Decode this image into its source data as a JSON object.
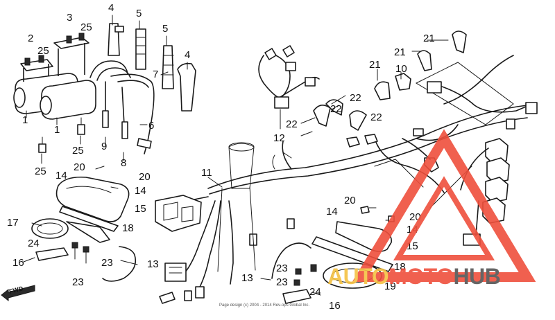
{
  "diagram": {
    "fwd_label": "FWD",
    "copyright": "Page design (c) 2004 - 2014 Rev-ops Global Inc.",
    "callouts": [
      {
        "id": "c1a",
        "label": "1"
      },
      {
        "id": "c1b",
        "label": "1"
      },
      {
        "id": "c2",
        "label": "2"
      },
      {
        "id": "c3",
        "label": "3"
      },
      {
        "id": "c4a",
        "label": "4"
      },
      {
        "id": "c4b",
        "label": "4"
      },
      {
        "id": "c5a",
        "label": "5"
      },
      {
        "id": "c5b",
        "label": "5"
      },
      {
        "id": "c6",
        "label": "6"
      },
      {
        "id": "c7",
        "label": "7"
      },
      {
        "id": "c8",
        "label": "8"
      },
      {
        "id": "c9",
        "label": "9"
      },
      {
        "id": "c10",
        "label": "10"
      },
      {
        "id": "c11",
        "label": "11"
      },
      {
        "id": "c12",
        "label": "12"
      },
      {
        "id": "c13a",
        "label": "13"
      },
      {
        "id": "c13b",
        "label": "13"
      },
      {
        "id": "c14a",
        "label": "14"
      },
      {
        "id": "c14b",
        "label": "14"
      },
      {
        "id": "c14c",
        "label": "14"
      },
      {
        "id": "c14d",
        "label": "14"
      },
      {
        "id": "c15a",
        "label": "15"
      },
      {
        "id": "c15b",
        "label": "15"
      },
      {
        "id": "c16a",
        "label": "16"
      },
      {
        "id": "c16b",
        "label": "16"
      },
      {
        "id": "c17",
        "label": "17"
      },
      {
        "id": "c18a",
        "label": "18"
      },
      {
        "id": "c18b",
        "label": "18"
      },
      {
        "id": "c19",
        "label": "19"
      },
      {
        "id": "c20a",
        "label": "20"
      },
      {
        "id": "c20b",
        "label": "20"
      },
      {
        "id": "c20c",
        "label": "20"
      },
      {
        "id": "c20d",
        "label": "20"
      },
      {
        "id": "c21a",
        "label": "21"
      },
      {
        "id": "c21b",
        "label": "21"
      },
      {
        "id": "c21c",
        "label": "21"
      },
      {
        "id": "c22a",
        "label": "22"
      },
      {
        "id": "c22b",
        "label": "22"
      },
      {
        "id": "c22c",
        "label": "22"
      },
      {
        "id": "c22d",
        "label": "22"
      },
      {
        "id": "c23a",
        "label": "23"
      },
      {
        "id": "c23b",
        "label": "23"
      },
      {
        "id": "c23c",
        "label": "23"
      },
      {
        "id": "c23d",
        "label": "23"
      },
      {
        "id": "c24a",
        "label": "24"
      },
      {
        "id": "c24b",
        "label": "24"
      },
      {
        "id": "c25a",
        "label": "25"
      },
      {
        "id": "c25b",
        "label": "25"
      },
      {
        "id": "c25c",
        "label": "25"
      },
      {
        "id": "c25d",
        "label": "25"
      }
    ]
  },
  "watermark": {
    "part1": "AUTO",
    "part2": "MOTO",
    "part3": "HUB",
    "color_auto": "#f5c243",
    "color_moto": "#ef4f3c",
    "color_hub": "#555555",
    "triangle_color": "#ef4f3c"
  }
}
